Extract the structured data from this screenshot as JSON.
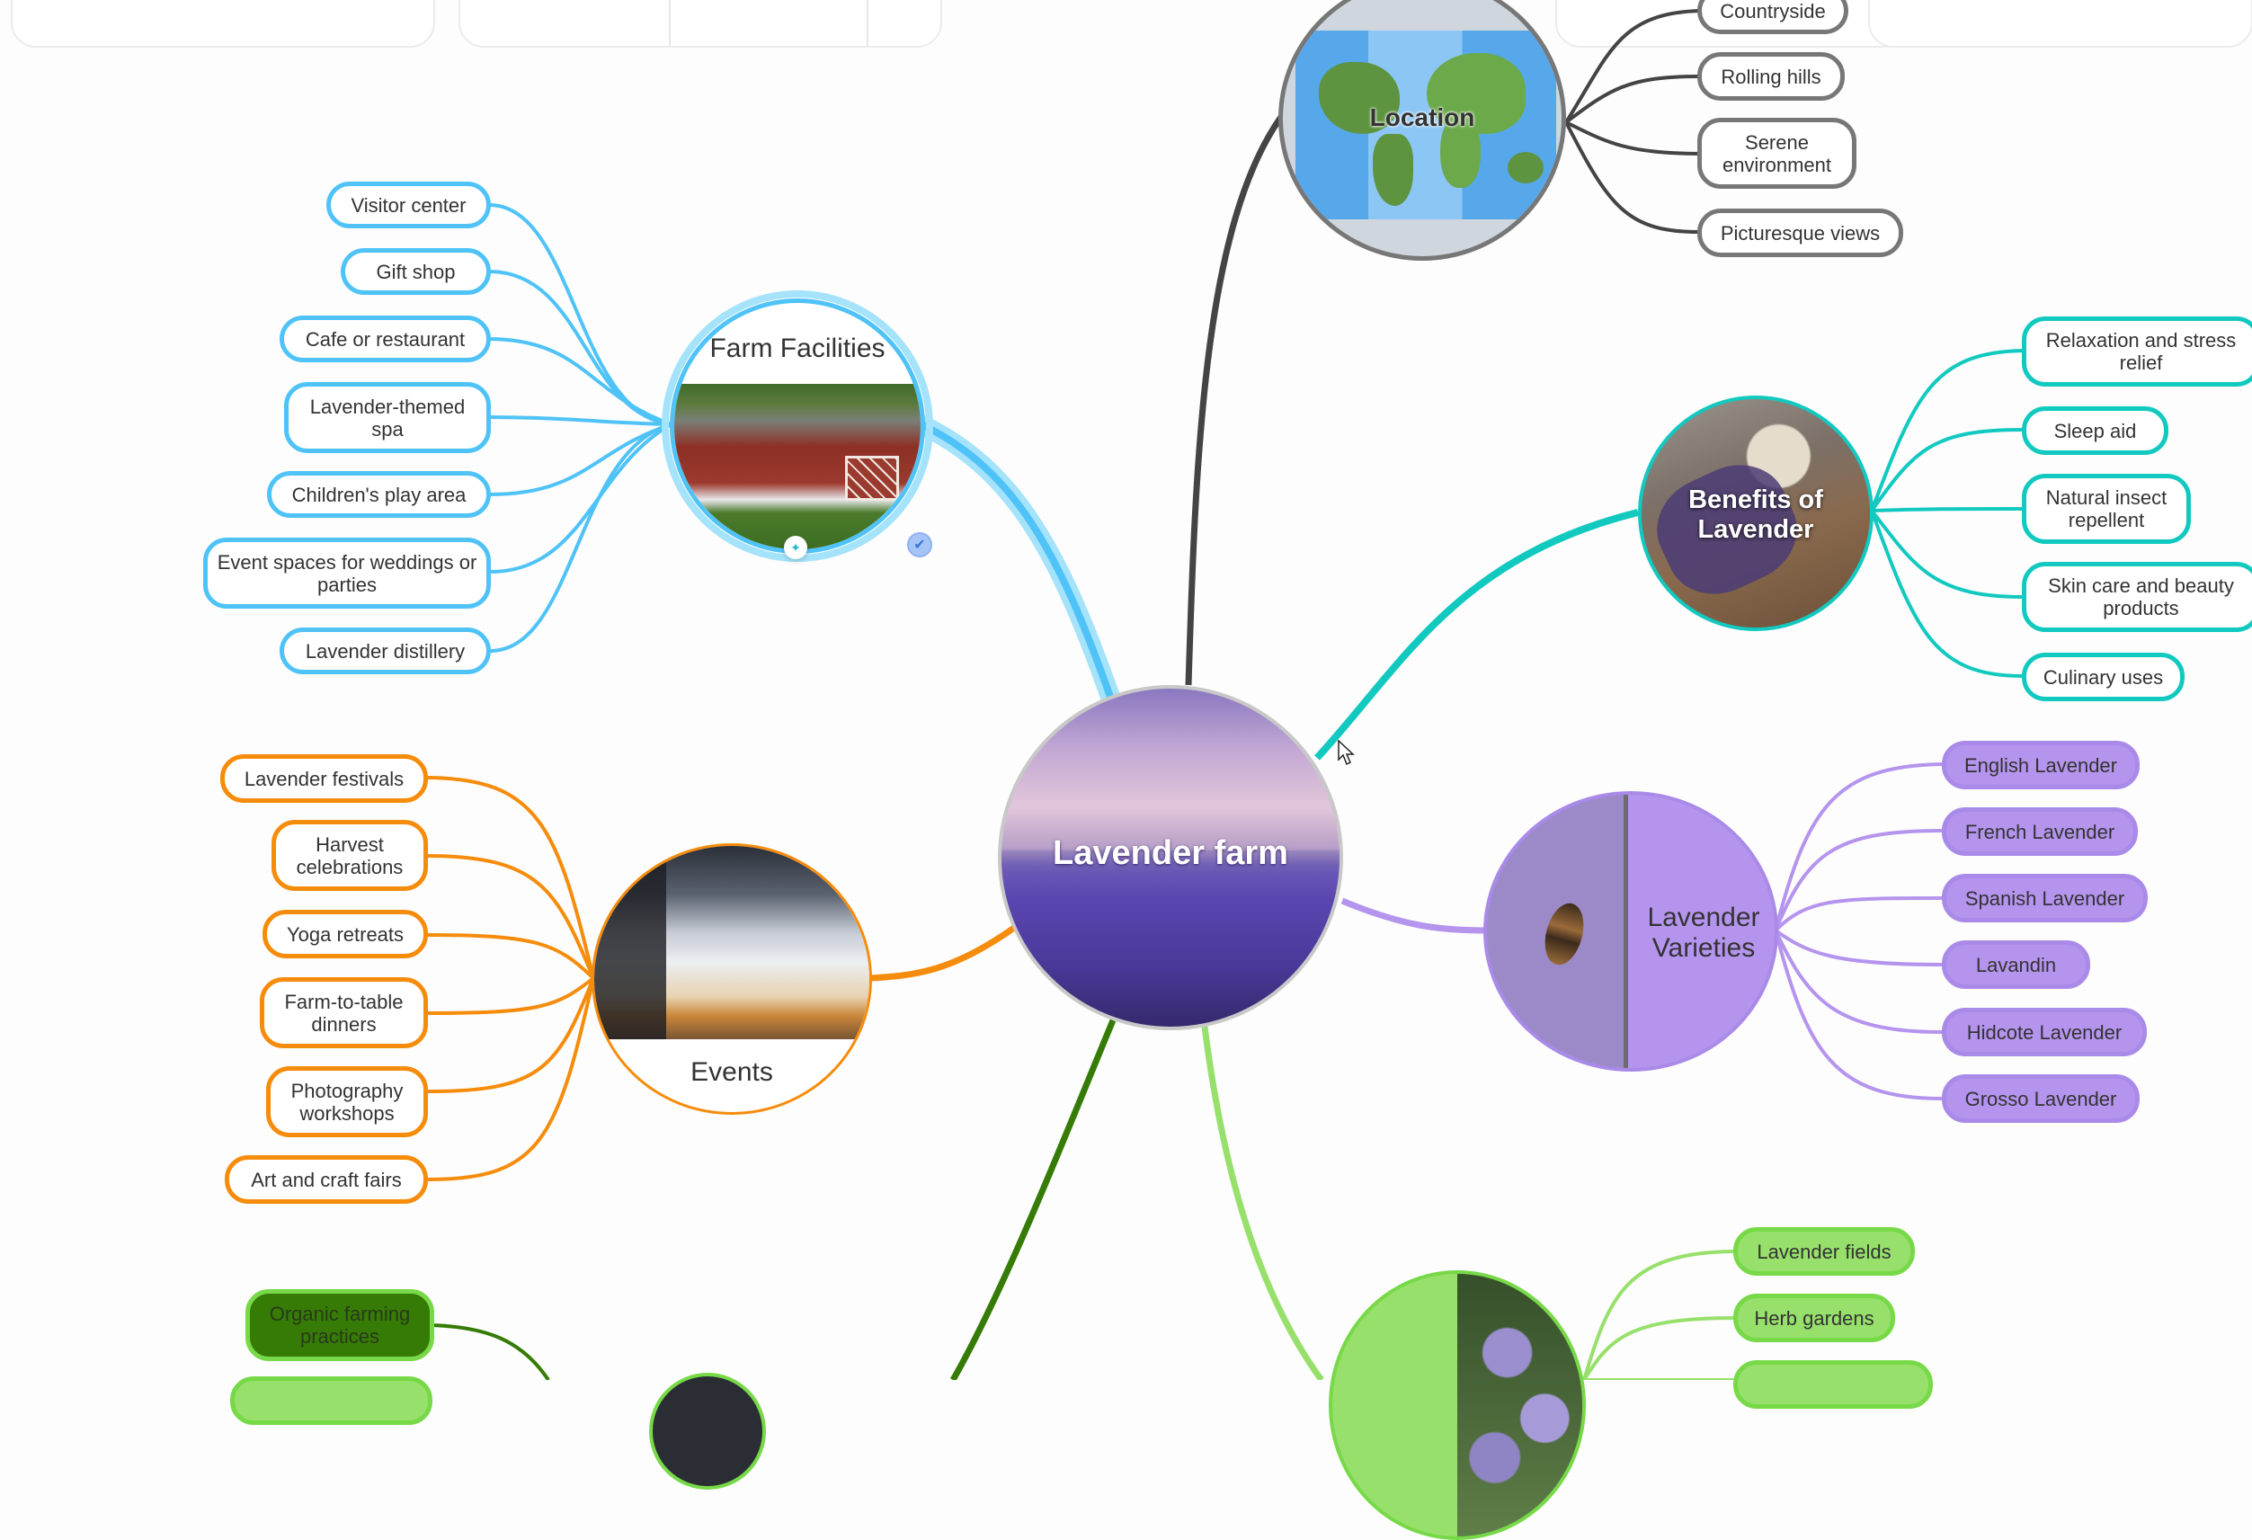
{
  "toolbar": {
    "panels": [
      {
        "name": "left-toolbar-panel"
      },
      {
        "name": "center-toolbar-panel",
        "segments": 3
      },
      {
        "name": "right-toolbar-panel-1"
      },
      {
        "name": "right-toolbar-panel-2"
      }
    ]
  },
  "colors": {
    "farm_facilities": "#4fc3f7",
    "location": "#444444",
    "benefits": "#12c9c0",
    "varieties": "#b594ee",
    "events": "#f68c0b",
    "green_light": "#97e06b",
    "green_dark": "#357b06"
  },
  "root": {
    "title": "Lavender farm"
  },
  "branches": {
    "farm_facilities": {
      "title": "Farm Facilities",
      "children": [
        "Visitor center",
        "Gift shop",
        "Cafe or restaurant",
        "Lavender-themed spa",
        "Children's play area",
        "Event spaces for weddings or parties",
        "Lavender distillery"
      ]
    },
    "location": {
      "title": "Location",
      "children": [
        "Countryside",
        "Rolling hills",
        "Serene environment",
        "Picturesque views"
      ]
    },
    "benefits": {
      "title": "Benefits of Lavender",
      "children": [
        "Relaxation and stress relief",
        "Sleep aid",
        "Natural insect repellent",
        "Skin care and beauty products",
        "Culinary uses"
      ]
    },
    "varieties": {
      "title": "Lavender Varieties",
      "children": [
        "English Lavender",
        "French Lavender",
        "Spanish Lavender",
        "Lavandin",
        "Hidcote Lavender",
        "Grosso Lavender"
      ]
    },
    "events": {
      "title": "Events",
      "children": [
        "Lavender festivals",
        "Harvest celebrations",
        "Yoga retreats",
        "Farm-to-table dinners",
        "Photography workshops",
        "Art and craft fairs"
      ]
    },
    "green_right": {
      "children": [
        "Lavender fields",
        "Herb gardens",
        ""
      ]
    },
    "green_left": {
      "children": [
        "Organic farming practices",
        ""
      ]
    }
  }
}
